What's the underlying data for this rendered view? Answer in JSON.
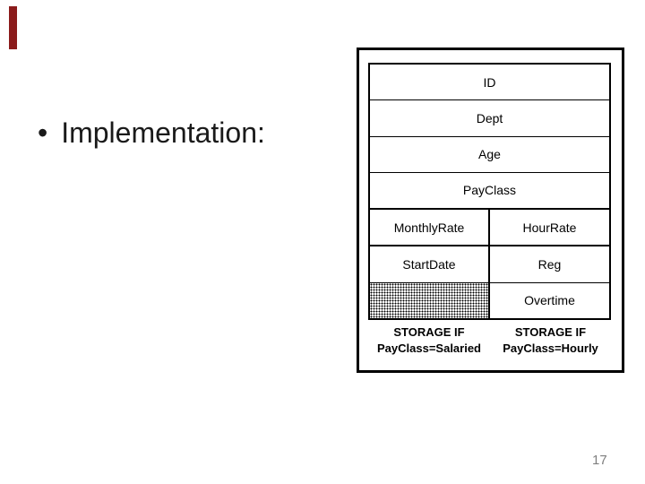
{
  "slide": {
    "bullet_char": "•",
    "title": "Implementation:",
    "page_number": "17"
  },
  "record_diagram": {
    "full_width_fields": [
      "ID",
      "Dept",
      "Age",
      "PayClass"
    ],
    "split_fields": [
      {
        "left": "MonthlyRate",
        "right": "HourRate"
      },
      {
        "left": "StartDate",
        "right": "Reg"
      },
      {
        "left": "",
        "right": "Overtime"
      }
    ],
    "hatched_cell": "last-row-left",
    "left_caption": {
      "line1": "STORAGE IF",
      "line2": "PayClass=Salaried"
    },
    "right_caption": {
      "line1": "STORAGE IF",
      "line2": "PayClass=Hourly"
    }
  },
  "colors": {
    "accent_bar": "#8B1B1B",
    "diagram_border": "#000000",
    "text": "#1a1a1a",
    "page_number": "#7f7f7f",
    "background": "#ffffff"
  }
}
